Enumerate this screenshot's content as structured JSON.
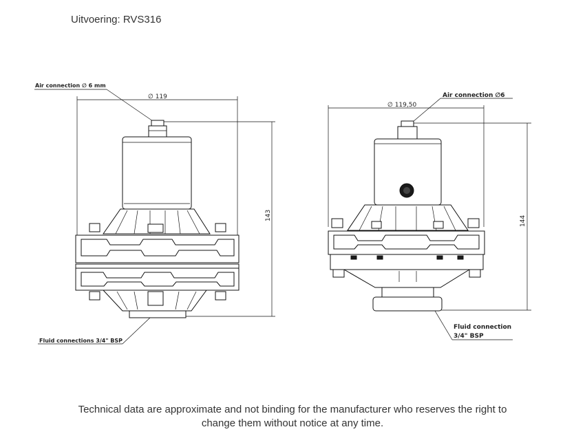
{
  "header": {
    "title": "Uitvoering: RVS316"
  },
  "left_drawing": {
    "air_label": "Air connection ∅ 6 mm",
    "diameter_label": "∅ 119",
    "height_label": "143",
    "fluid_label": "Fluid connections 3/4\" BSP"
  },
  "right_drawing": {
    "air_label": "Air connection ∅6",
    "diameter_label": "∅ 119,50",
    "height_label": "144",
    "fluid_label_line1": "Fluid connection",
    "fluid_label_line2": "3/4\" BSP"
  },
  "footer": {
    "line1": "Technical data are approximate and not binding for the manufacturer who reserves the right to",
    "line2": "change them without notice at any time."
  }
}
